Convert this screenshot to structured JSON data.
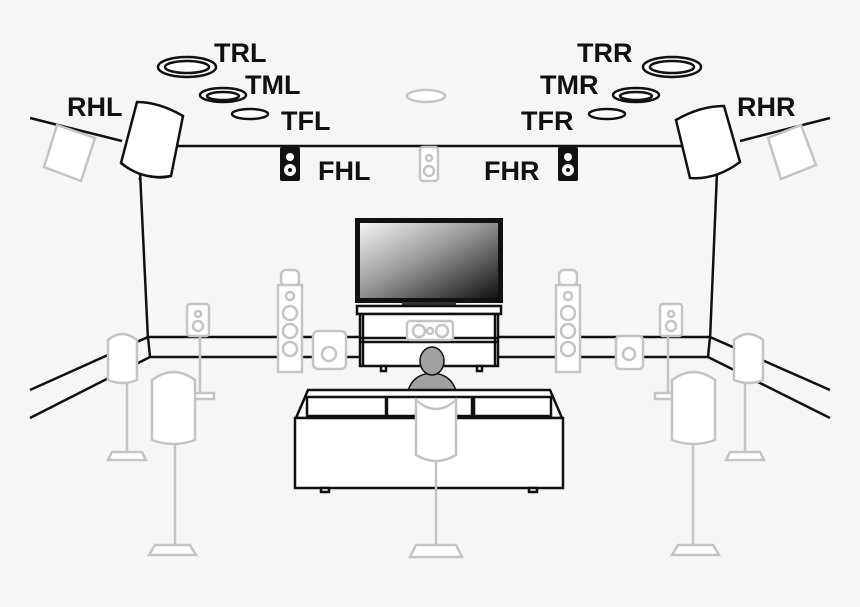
{
  "labels": {
    "trl": "TRL",
    "tml": "TML",
    "tfl": "TFL",
    "rhl": "RHL",
    "fhl": "FHL",
    "trr": "TRR",
    "tmr": "TMR",
    "tfr": "TFR",
    "rhr": "RHR",
    "fhr": "FHR"
  },
  "colors": {
    "background": "#f6f6f6",
    "highlight_speaker": "#111111",
    "inactive_speaker": "#c4c4c4",
    "listener": "#a0a0a0"
  }
}
